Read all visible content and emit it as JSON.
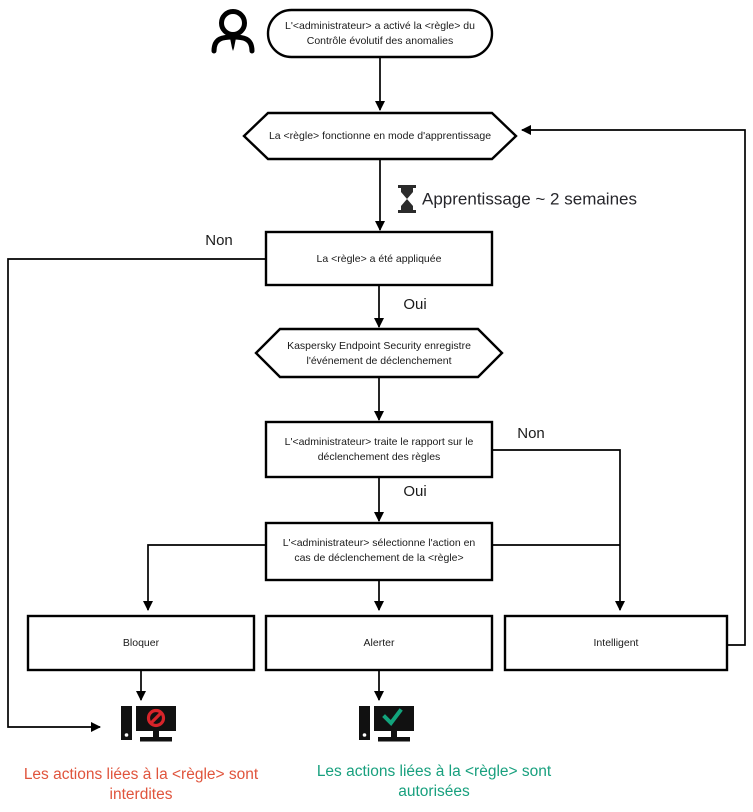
{
  "diagram": {
    "title": "Controle evolutif des anomalies - flowchart",
    "colors": {
      "stroke": "#000000",
      "background": "#ffffff",
      "deny": "#e0543c",
      "allow": "#18a07e",
      "deny_icon": "#d8242a",
      "allow_icon": "#12a37c"
    },
    "nodes": {
      "actor": {
        "icon": "person-icon"
      },
      "start": {
        "shape": "terminator",
        "line1": "L'<administrateur> a activé la <règle> du",
        "line2": "Contrôle évolutif des anomalies"
      },
      "learning_mode": {
        "shape": "hexagon",
        "line1": "La <règle> fonctionne en mode d'apprentissage"
      },
      "rule_applied": {
        "shape": "process",
        "line1": "La <règle> a été appliquée"
      },
      "kes_logs": {
        "shape": "hexagon",
        "line1": "Kaspersky Endpoint Security enregistre",
        "line2": "l'événement de déclenchement"
      },
      "admin_report": {
        "shape": "process",
        "line1": "L'<administrateur> traite le rapport sur le",
        "line2": "déclenchement des règles"
      },
      "admin_selects": {
        "shape": "process",
        "line1": "L'<administrateur> sélectionne l'action en",
        "line2": "cas de déclenchement de la <règle>"
      },
      "action_block": {
        "shape": "process",
        "line1": "Bloquer"
      },
      "action_alert": {
        "shape": "process",
        "line1": "Alerter"
      },
      "action_smart": {
        "shape": "process",
        "line1": "Intelligent"
      }
    },
    "annotations": {
      "learning_note": "Apprentissage ~ 2 semaines",
      "learning_note_icon": "hourglass-icon"
    },
    "edge_labels": {
      "rule_applied_no": "Non",
      "rule_applied_yes": "Oui",
      "admin_report_no": "Non",
      "admin_report_yes": "Oui"
    },
    "outcomes": {
      "blocked": {
        "icon": "monitor-blocked-icon",
        "line1": "Les actions liées à la <règle> sont",
        "line2": "interdites"
      },
      "allowed": {
        "icon": "monitor-allowed-icon",
        "line1": "Les actions liées à la <règle> sont",
        "line2": "autorisées"
      }
    }
  }
}
